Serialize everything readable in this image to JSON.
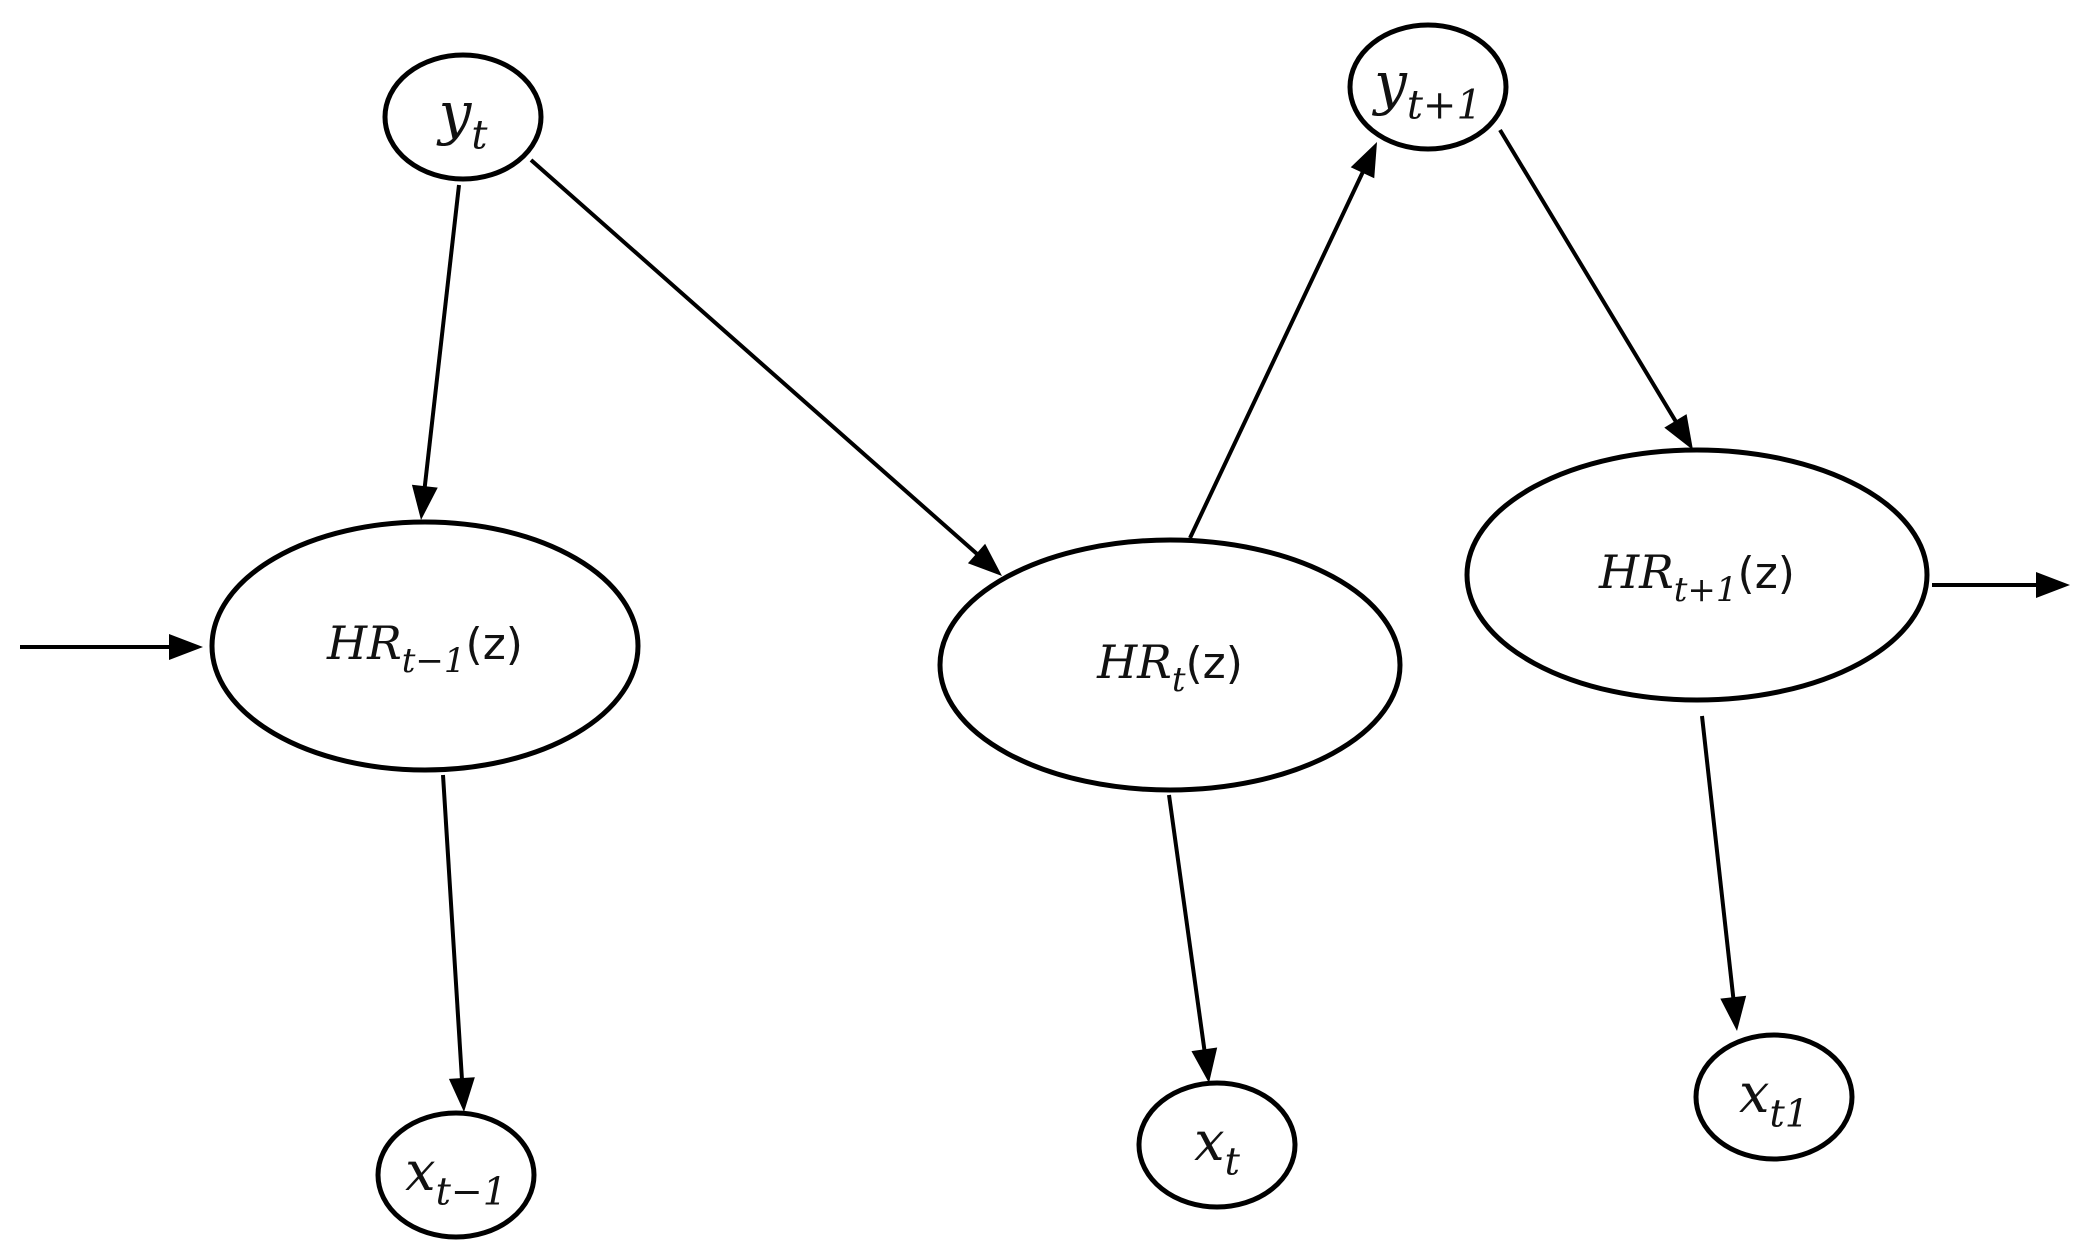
{
  "nodes": [
    {
      "id": "y_t",
      "base": "y",
      "sub": "t",
      "suffix": ""
    },
    {
      "id": "y_t1",
      "base": "y",
      "sub": "t+1",
      "suffix": ""
    },
    {
      "id": "hr_tm1",
      "base": "HR",
      "sub": "t−1",
      "suffix": "(z)"
    },
    {
      "id": "hr_t",
      "base": "HR",
      "sub": "t",
      "suffix": "(z)"
    },
    {
      "id": "hr_tp1",
      "base": "HR",
      "sub": "t+1",
      "suffix": "(z)"
    },
    {
      "id": "x_tm1",
      "base": "x",
      "sub": "t−1",
      "suffix": ""
    },
    {
      "id": "x_t",
      "base": "x",
      "sub": "t",
      "suffix": ""
    },
    {
      "id": "x_t1",
      "base": "x",
      "sub": "t1",
      "suffix": ""
    }
  ],
  "edges": [
    {
      "id": "y_t-to-hr_tm1",
      "from": "y_t",
      "to": "hr_tm1"
    },
    {
      "id": "y_t-to-hr_t",
      "from": "y_t",
      "to": "hr_t"
    },
    {
      "id": "hr_t-to-y_t1",
      "from": "hr_t",
      "to": "y_t1"
    },
    {
      "id": "y_t1-to-hr_tp1",
      "from": "y_t1",
      "to": "hr_tp1"
    },
    {
      "id": "hr_tm1-to-x_tm1",
      "from": "hr_tm1",
      "to": "x_tm1"
    },
    {
      "id": "hr_t-to-x_t",
      "from": "hr_t",
      "to": "x_t"
    },
    {
      "id": "hr_tp1-to-x_t1",
      "from": "hr_tp1",
      "to": "x_t1"
    },
    {
      "id": "incoming-to-hr_tm1",
      "from": "",
      "to": "hr_tm1"
    },
    {
      "id": "outgoing-from-hr_tp1",
      "from": "hr_tp1",
      "to": ""
    }
  ]
}
